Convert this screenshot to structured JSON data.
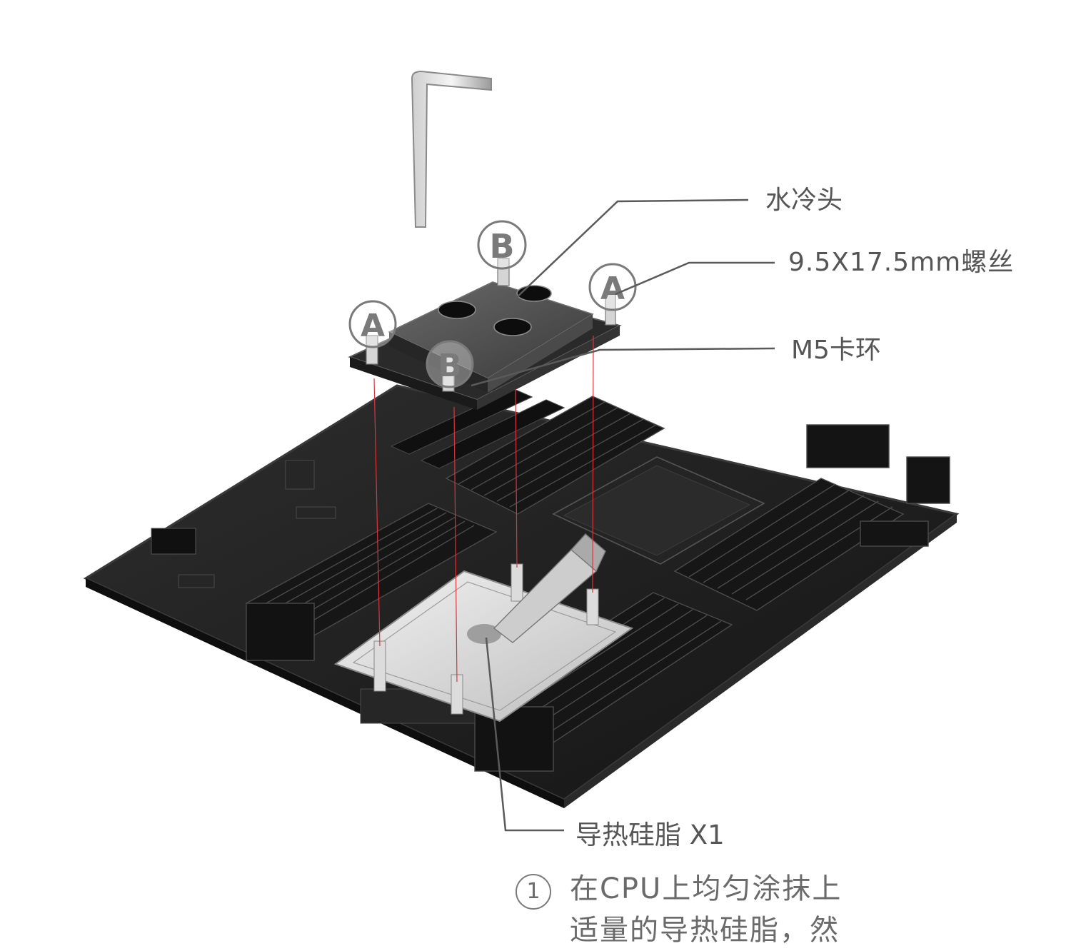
{
  "callouts": {
    "waterblock": "水冷头",
    "screws": "9.5X17.5mm螺丝",
    "clip": "M5卡环",
    "thermal_paste": "导热硅脂 X1"
  },
  "markers": {
    "a": "A",
    "b": "B"
  },
  "step": {
    "number": "1",
    "line1": "在CPU上均匀涂抹上",
    "line2": "适量的导热硅脂，然"
  },
  "colors": {
    "board": "#1f1f1f",
    "board_edge": "#3a3a3a",
    "guide_line": "#d9363e",
    "callout_line": "#5a5a5a",
    "label_text": "#555555",
    "plate": "#d8d8d8"
  }
}
